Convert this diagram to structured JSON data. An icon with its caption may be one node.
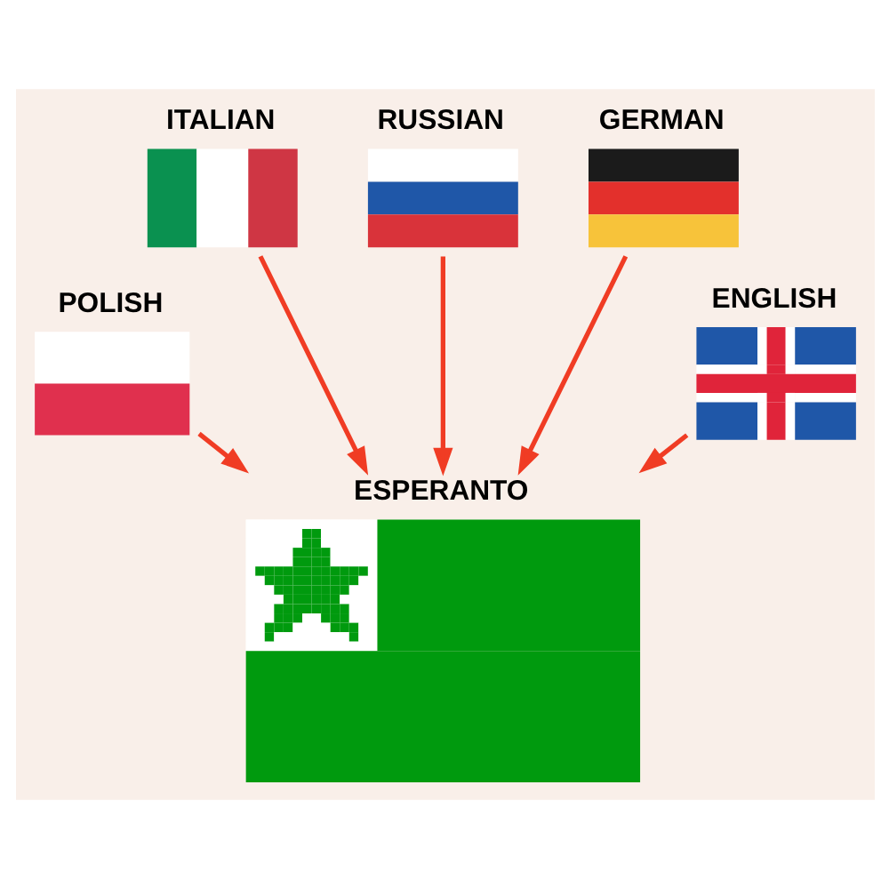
{
  "diagram": {
    "nodes": [
      {
        "text": [
          "RUSSIAN"
        ]
      },
      {
        "text": [
          "ITALIAN"
        ]
      },
      {
        "text": [
          "GERMAN"
        ]
      },
      {
        "text": [
          "POLISH"
        ]
      },
      {
        "text": [
          "ESPERANTO"
        ]
      },
      {
        "text": [
          "ENGLISH"
        ]
      }
    ],
    "edges": [
      {
        "from": 3,
        "to": 4,
        "arrow": "to"
      },
      {
        "from": 1,
        "to": 4,
        "arrow": "to"
      },
      {
        "from": 0,
        "to": 4,
        "arrow": "to"
      },
      {
        "from": 2,
        "to": 4,
        "arrow": "to"
      },
      {
        "from": 5,
        "to": 4,
        "arrow": "to"
      }
    ]
  }
}
